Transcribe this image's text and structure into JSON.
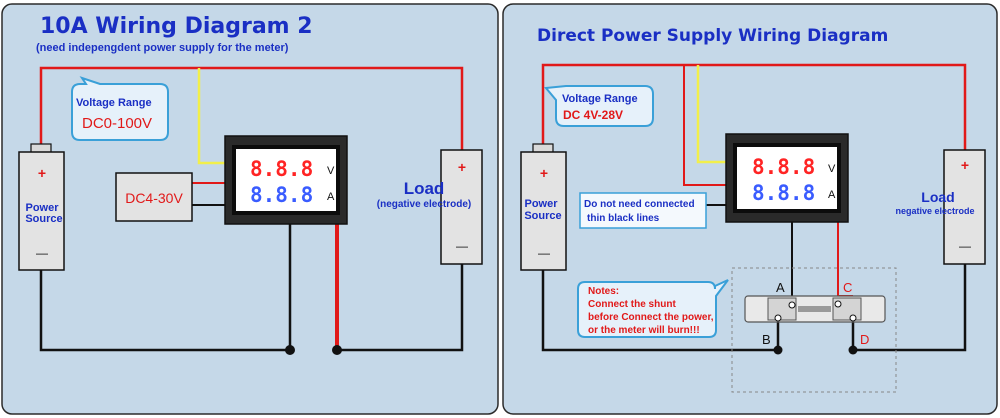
{
  "colors": {
    "panel_bg": "#c5d8e8",
    "wire_red": "#e11919",
    "wire_yellow": "#f2ef4a",
    "wire_black": "#111111",
    "title_blue": "#1a2fc4",
    "callout_border": "#3aa0d8"
  },
  "left": {
    "title": "10A Wiring Diagram 2",
    "subtitle": "(need indepengdent power supply for the meter)",
    "callout_label": "Voltage Range",
    "callout_value": "DC0-100V",
    "power_label_1": "Power",
    "power_label_2": "Source",
    "plus": "+",
    "minus": "—",
    "supply_box": "DC4-30V",
    "meter_top": "8.8.8",
    "meter_bottom": "8.8.8",
    "unit_v": "V",
    "unit_a": "A",
    "load_label": "Load",
    "load_sub": "(negative electrode)"
  },
  "right": {
    "title": "Direct Power Supply Wiring Diagram",
    "callout_label": "Voltage Range",
    "callout_value": "DC 4V-28V",
    "power_label_1": "Power",
    "power_label_2": "Source",
    "plus": "+",
    "minus": "—",
    "note_1": "Do not need connected",
    "note_2": "thin black lines",
    "meter_top": "8.8.8",
    "meter_bottom": "8.8.8",
    "unit_v": "V",
    "unit_a": "A",
    "load_label": "Load",
    "load_sub": "negative electrode",
    "notes_title": "Notes:",
    "notes_1": "Connect the shunt",
    "notes_2": "before Connect the power,",
    "notes_3": "or the meter will burn!!!",
    "label_a": "A",
    "label_b": "B",
    "label_c": "C",
    "label_d": "D"
  }
}
